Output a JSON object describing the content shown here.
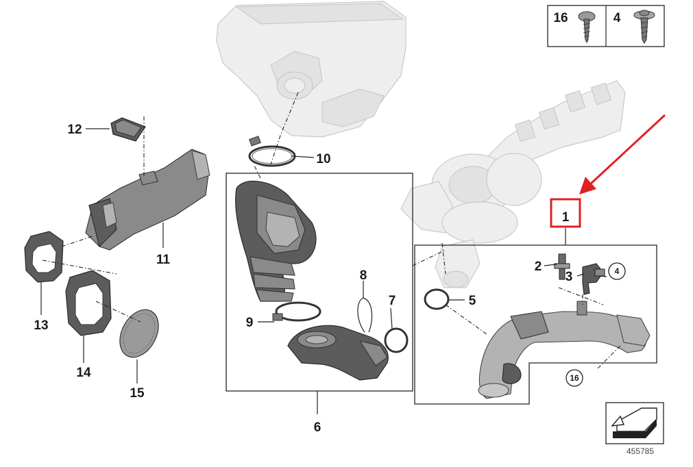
{
  "diagram": {
    "diagram_id": "455785",
    "callouts": [
      {
        "id": "1",
        "label": "1"
      },
      {
        "id": "2",
        "label": "2"
      },
      {
        "id": "3",
        "label": "3"
      },
      {
        "id": "4",
        "label": "4"
      },
      {
        "id": "5",
        "label": "5"
      },
      {
        "id": "6",
        "label": "6"
      },
      {
        "id": "7",
        "label": "7"
      },
      {
        "id": "8",
        "label": "8"
      },
      {
        "id": "9",
        "label": "9"
      },
      {
        "id": "10",
        "label": "10"
      },
      {
        "id": "11",
        "label": "11"
      },
      {
        "id": "12",
        "label": "12"
      },
      {
        "id": "13",
        "label": "13"
      },
      {
        "id": "14",
        "label": "14"
      },
      {
        "id": "15",
        "label": "15"
      },
      {
        "id": "16",
        "label": "16"
      }
    ],
    "fastener_legend": [
      {
        "number": "16"
      },
      {
        "number": "4"
      }
    ],
    "circled_callouts": [
      {
        "number": "4"
      },
      {
        "number": "16"
      }
    ],
    "highlight": {
      "callout": "1",
      "color": "#e02020"
    }
  }
}
